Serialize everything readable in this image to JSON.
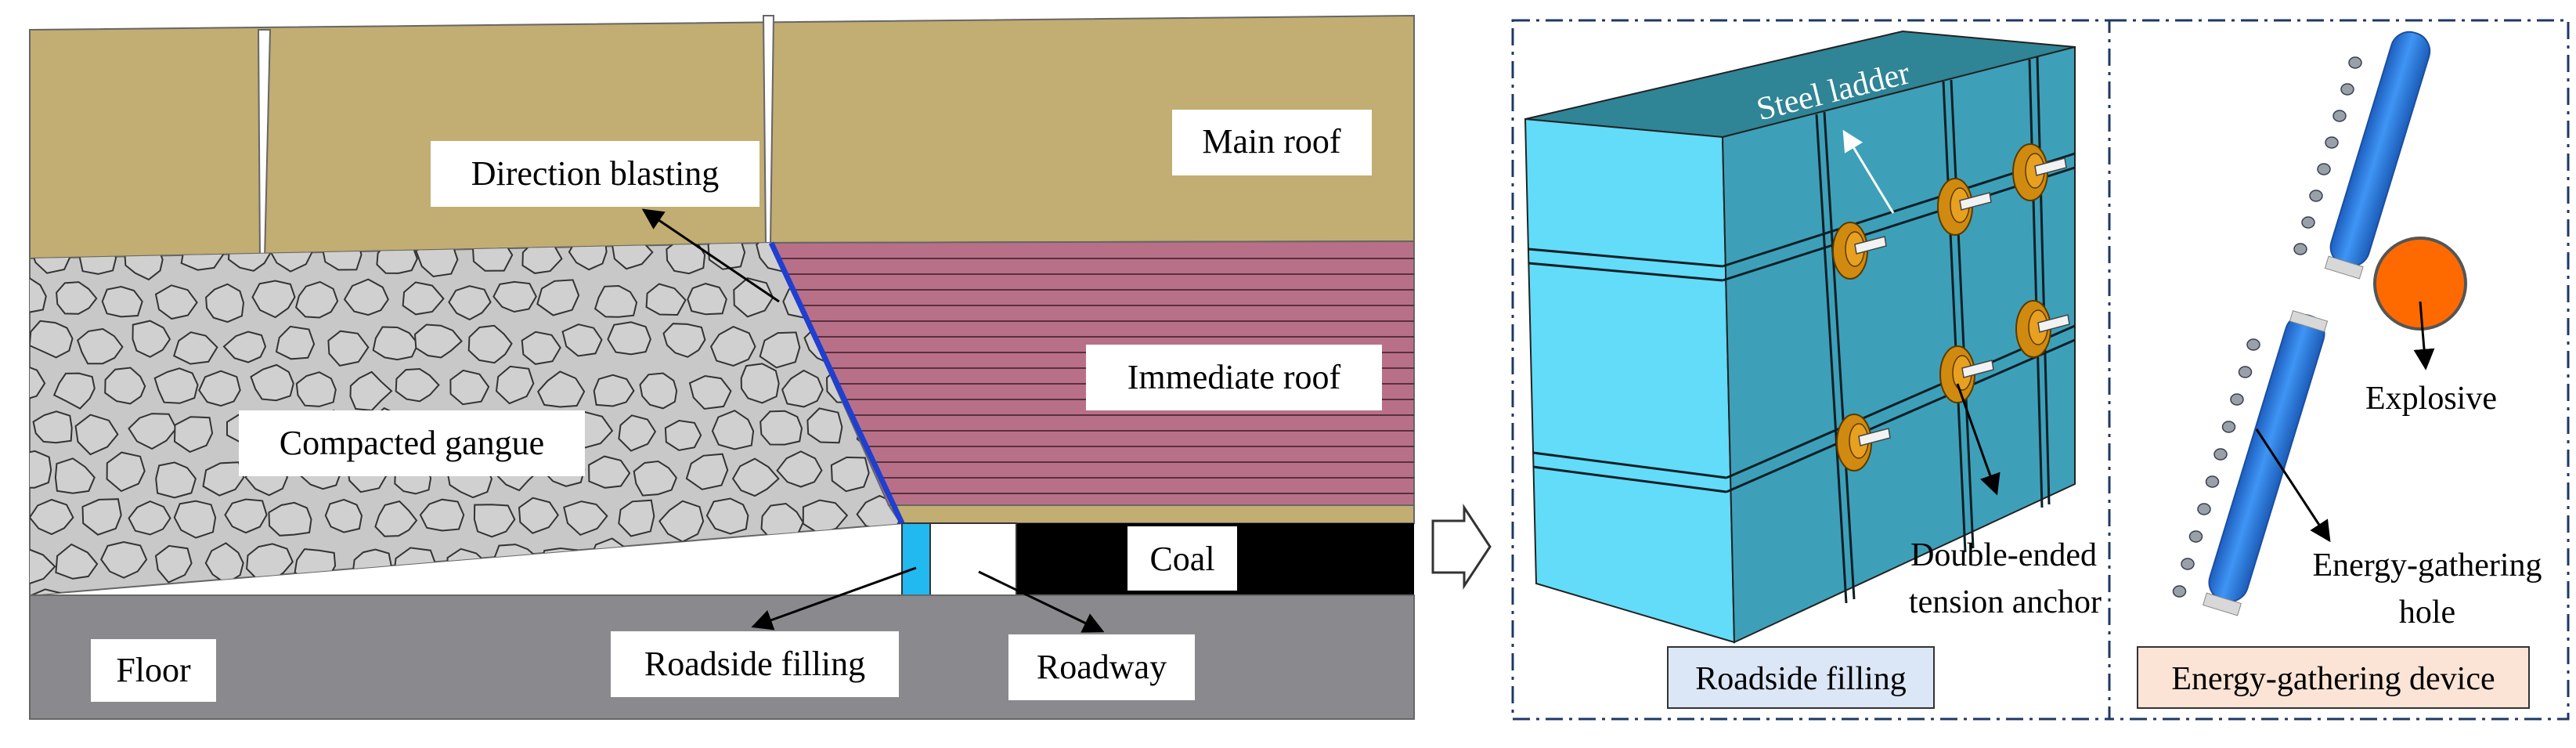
{
  "left_section": {
    "labels": {
      "main_roof": "Main roof",
      "direction_blasting": "Direction blasting",
      "immediate_roof": "Immediate roof",
      "compacted_gangue": "Compacted gangue",
      "coal": "Coal",
      "floor": "Floor",
      "roadside_filling": "Roadside filling",
      "roadway": "Roadway"
    },
    "colors": {
      "main_roof": "#c2ad72",
      "gangue": "#c8c8c8",
      "immediate_roof": "#b87088",
      "coal": "#000000",
      "floor": "#8a8a8e",
      "filling": "#22b8f0",
      "blast_line": "#1f3fd0"
    }
  },
  "middle_panel": {
    "labels": {
      "steel_ladder": "Steel ladder",
      "anchor_line1": "Double-ended",
      "anchor_line2": "tension anchor",
      "caption": "Roadside filling"
    },
    "colors": {
      "front_face": "#62dcf8",
      "side_face": "#3da0b8",
      "top_face": "#2f8496",
      "anchor": "#d08a10",
      "caption_bg": "#dbe6f6"
    }
  },
  "right_panel": {
    "labels": {
      "explosive": "Explosive",
      "hole_line1": "Energy-gathering",
      "hole_line2": "hole",
      "caption": "Energy-gathering device"
    },
    "colors": {
      "tube": "#2a7ee8",
      "explosive": "#ff6a00",
      "caption_bg": "#fbe4d6"
    }
  }
}
